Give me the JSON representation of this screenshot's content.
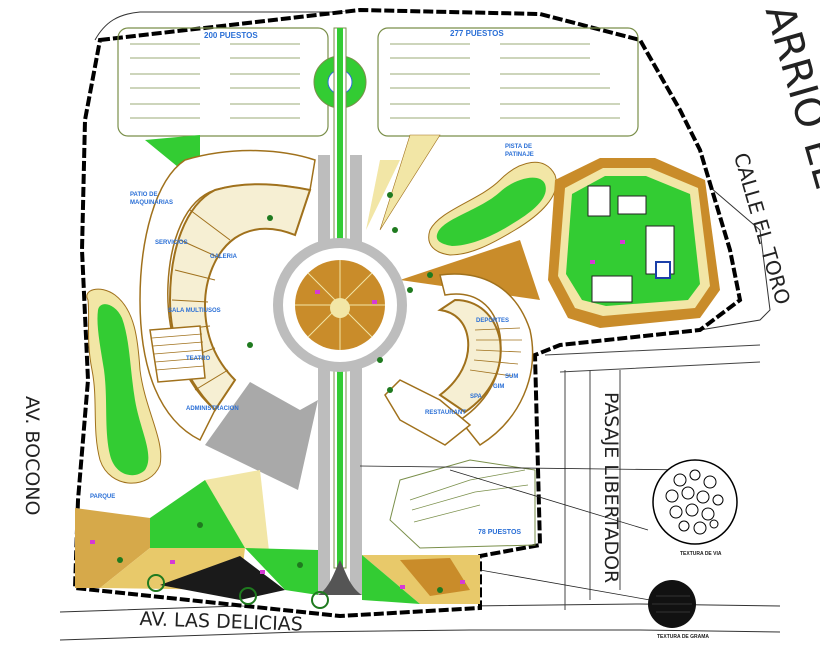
{
  "streets": {
    "barrio": "ARRIO EL TORO",
    "calle": "CALLE EL TORO",
    "pasaje": "PASAJE LIBERTADOR",
    "bocono": "AV. BOCONO",
    "delicias": "AV. LAS DELICIAS"
  },
  "parking": {
    "left_label": "200 PUESTOS",
    "right_label": "277 PUESTOS",
    "bottom_label": "78 PUESTOS"
  },
  "zones": {
    "patio": "PATIO DE",
    "patio2": "MAQUINARIAS",
    "servicios": "SERVICIOS",
    "galeria": "GALERIA",
    "sala": "SALA MULTIUSOS",
    "teatro": "TEATRO",
    "administracion": "ADMINISTRACION",
    "plaza": "PISTA DE",
    "plaza2": "PATINAJE",
    "deportes": "DEPORTES",
    "sum": "SUM",
    "gimnasio": "GIM",
    "spa": "SPA",
    "restaurant": "RESTAURANT",
    "parque": "PARQUE"
  },
  "details": {
    "textura_via": "TEXTURA DE VIA",
    "textura_grama": "TEXTURA DE GRAMA"
  },
  "colors": {
    "lawn": "#33cc33",
    "sand": "#f2e6a6",
    "building": "#a0711c",
    "walkway": "#bdbdbd",
    "boundary": "#000000",
    "parking": "#7a8f4a",
    "label": "#2a6fd6",
    "plaza": "#c98c2a"
  }
}
